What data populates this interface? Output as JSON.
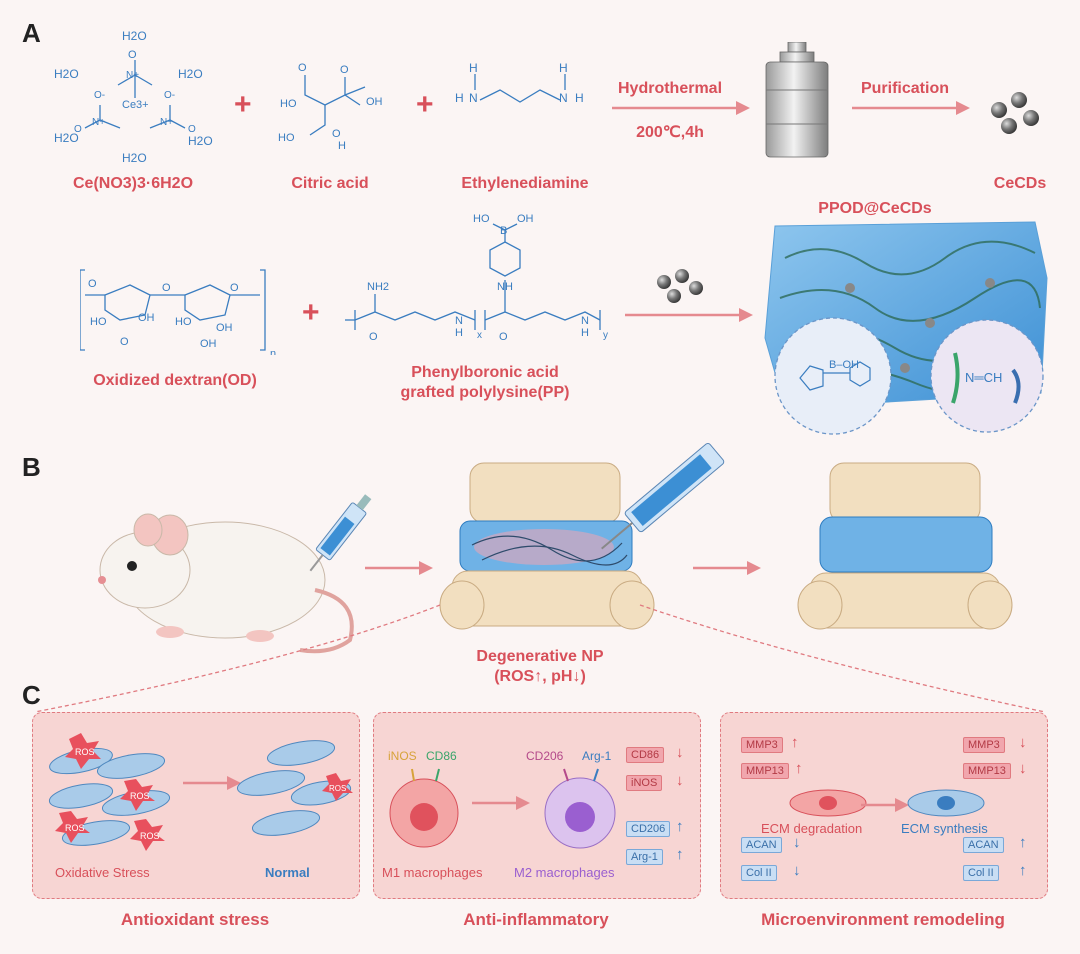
{
  "panels": {
    "a": "A",
    "b": "B",
    "c": "C"
  },
  "chemicals": {
    "ce_nitrate": {
      "label": "Ce(NO3)3·6H2O",
      "water": "H2O",
      "ce": "Ce3+",
      "n": "N+",
      "o": "O",
      "ominus": "O-"
    },
    "citric": {
      "label": "Citric acid",
      "o": "O",
      "oh": "OH",
      "ho": "HO",
      "h": "H"
    },
    "eda": {
      "label": "Ethylenediamine",
      "h": "H",
      "n": "N"
    },
    "od": {
      "label": "Oxidized dextran(OD)",
      "n": "n",
      "o": "O",
      "oh": "OH",
      "ho": "HO"
    },
    "pp": {
      "label_line1": "Phenylboronic acid",
      "label_line2": "grafted polylysine(PP)",
      "nh2": "NH2",
      "nh": "NH",
      "ho": "HO",
      "oh": "OH",
      "b": "B",
      "o": "O",
      "x": "x",
      "y": "y",
      "n": "N",
      "h": "H"
    }
  },
  "steps": {
    "hydrothermal": "Hydrothermal",
    "conditions": "200℃,4h",
    "purification": "Purification",
    "cecds": "CeCDs",
    "ppod": "PPOD@CeCDs"
  },
  "bonds": {
    "boronate": "B–OH",
    "imine": "N═CH"
  },
  "panel_b": {
    "degenerative": "Degenerative NP",
    "conditions": "(ROS↑, pH↓)"
  },
  "panel_c": {
    "box1": {
      "caption": "Antioxidant stress",
      "left_label": "Oxidative Stress",
      "right_label": "Normal",
      "ros": "ROS"
    },
    "box2": {
      "caption": "Anti-inflammatory",
      "m1": "M1 macrophages",
      "m2": "M2 macrophages",
      "inos": "iNOS",
      "cd86": "CD86",
      "cd206": "CD206",
      "arg1": "Arg-1",
      "tags": [
        "CD86",
        "iNOS",
        "CD206",
        "Arg-1"
      ]
    },
    "box3": {
      "caption": "Microenvironment remodeling",
      "degradation": "ECM degradation",
      "synthesis": "ECM synthesis",
      "left_tags": [
        "MMP3",
        "MMP13",
        "ACAN",
        "Col II"
      ],
      "right_tags": [
        "MMP3",
        "MMP13",
        "ACAN",
        "Col II"
      ]
    }
  },
  "colors": {
    "accent_red": "#d8505a",
    "accent_blue": "#3a7dc0",
    "panel_bg": "#f7d5d3"
  }
}
